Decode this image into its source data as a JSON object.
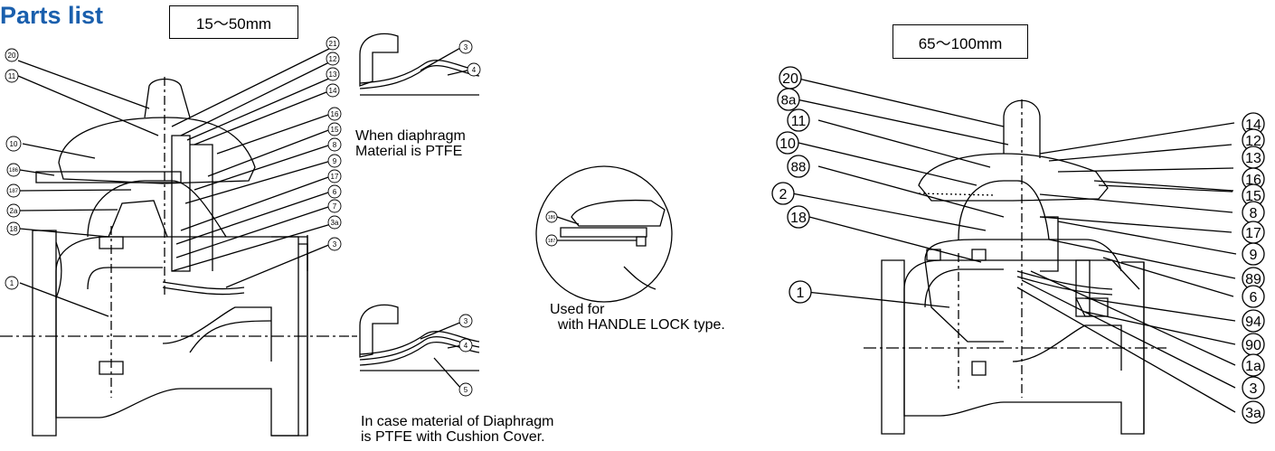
{
  "title": "Parts list",
  "colors": {
    "title": "#1a5fad",
    "line": "#000000",
    "background": "#ffffff"
  },
  "left_group": {
    "size_label": "15～50mm"
  },
  "right_group": {
    "size_label": "65～100mm"
  },
  "captions": {
    "ptfe": [
      "When diaphragm",
      "Material is PTFE"
    ],
    "lock": [
      "Used for",
      "  with HANDLE LOCK type."
    ],
    "cushion": [
      "In case material of Diaphragm",
      "is PTFE with Cushion Cover."
    ]
  },
  "callouts": {
    "left_side": [
      "20",
      "11",
      "10",
      "186",
      "187",
      "2a",
      "18",
      "1"
    ],
    "left_right_side": [
      "21",
      "12",
      "13",
      "14",
      "16",
      "15",
      "8",
      "9",
      "17",
      "6",
      "7",
      "3a",
      "3"
    ],
    "detail_ptfe": [
      "3",
      "4"
    ],
    "detail_cushion": [
      "3",
      "4",
      "5"
    ],
    "detail_lock": [
      "186",
      "187"
    ],
    "right_left_side": [
      "20",
      "8a",
      "11",
      "10",
      "88",
      "2",
      "18",
      "1"
    ],
    "right_right_side": [
      "14",
      "12",
      "13",
      "16",
      "15",
      "8",
      "17",
      "9",
      "89",
      "6",
      "94",
      "90",
      "1a",
      "3",
      "3a"
    ]
  }
}
